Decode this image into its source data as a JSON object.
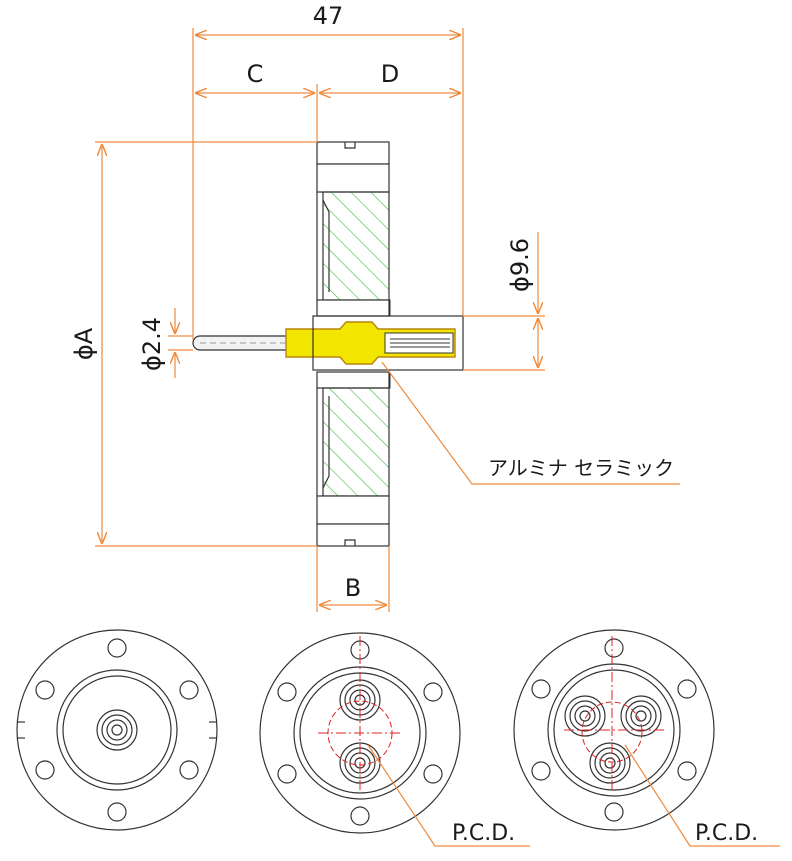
{
  "dimensions": {
    "overall_length": "47",
    "c": "C",
    "d": "D",
    "b": "B",
    "phi_a": "ϕA",
    "phi_2_4": "ϕ2.4",
    "phi_9_6": "ϕ9.6"
  },
  "callouts": {
    "material": "アルミナ セラミック",
    "pcd_left": "P.C.D.",
    "pcd_right": "P.C.D."
  },
  "colors": {
    "dimension_line": "#f08a3c",
    "outline": "#333333",
    "hatch": "#3dbb3d",
    "conductor_fill": "#f2e600",
    "conductor_stroke": "#b8860b",
    "centerline": "#e02020"
  }
}
